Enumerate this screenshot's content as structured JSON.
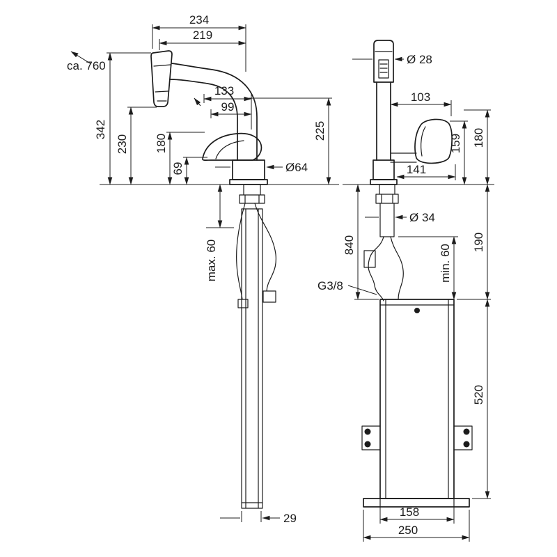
{
  "colors": {
    "ink": "#1c1c1c",
    "background": "#ffffff"
  },
  "side_view": {
    "dims": {
      "d234": "234",
      "d219": "219",
      "ca760": "ca. 760",
      "d342": "342",
      "d230": "230",
      "d180": "180",
      "d69": "69",
      "d133": "133",
      "d99": "99",
      "d225": "225",
      "dia64": "Ø64",
      "max60": "max. 60",
      "d29": "29"
    }
  },
  "front_view": {
    "dims": {
      "dia28": "Ø 28",
      "d103": "103",
      "d141": "141",
      "d159": "159",
      "d180": "180",
      "d840": "840",
      "dia34": "Ø 34",
      "min60": "min. 60",
      "d190": "190",
      "g38": "G3/8",
      "d520": "520",
      "d158": "158",
      "d250": "250"
    }
  }
}
